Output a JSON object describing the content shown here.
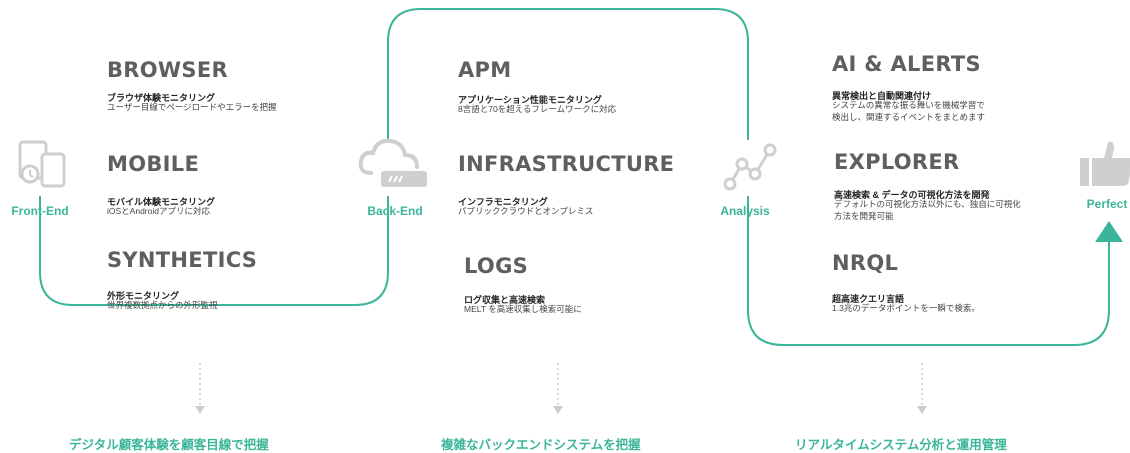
{
  "nodes": {
    "frontend": "Front-End",
    "backend": "Back-End",
    "analysis": "Analysis",
    "perfect": "Perfect"
  },
  "sections": {
    "browser": {
      "title": "BROWSER",
      "sub": "ブラウザ体験モニタリング",
      "desc": "ユーザー目線でページロードやエラーを把握"
    },
    "mobile": {
      "title": "MOBILE",
      "sub": "モバイル体験モニタリング",
      "desc": "iOSとAndroidアプリに対応"
    },
    "synthetics": {
      "title": "SYNTHETICS",
      "sub": "外形モニタリング",
      "desc": "世界複数拠点からの外形監視"
    },
    "apm": {
      "title": "APM",
      "sub": "アプリケーション性能モニタリング",
      "desc": "8言語と70を超えるフレームワークに対応"
    },
    "infrastructure": {
      "title": "INFRASTRUCTURE",
      "sub": "インフラモニタリング",
      "desc": "パブリッククラウドとオンプレミス"
    },
    "logs": {
      "title": "LOGS",
      "sub": "ログ収集と高速検索",
      "desc": "MELT を高速収集し検索可能に"
    },
    "ai_alerts": {
      "title": "AI & ALERTS",
      "sub": "異常検出と自動関連付け",
      "desc1": "システムの異常な振る舞いを機械学習で",
      "desc2": "検出し、関連するイベントをまとめます"
    },
    "explorer": {
      "title": "EXPLORER",
      "sub": "高速検索 & データの可視化方法を開発",
      "desc1": "デフォルトの可視化方法以外にも、独自に可視化",
      "desc2": "方法を開発可能"
    },
    "nrql": {
      "title": "NRQL",
      "sub": "超高速クエリ言語",
      "desc": "1.3兆のデータポイントを一瞬で検索。"
    }
  },
  "bottom": {
    "left": "デジタル顧客体験を顧客目線で把握",
    "center": "複雑なバックエンドシステムを把握",
    "right": "リアルタイムシステム分析と運用管理"
  },
  "colors": {
    "accent": "#3bb599",
    "icon": "#cfcfcf",
    "title": "#5f5f5f"
  },
  "icons": [
    "devices-icon",
    "cloud-server-icon",
    "analytics-icon",
    "thumbs-up-icon"
  ]
}
